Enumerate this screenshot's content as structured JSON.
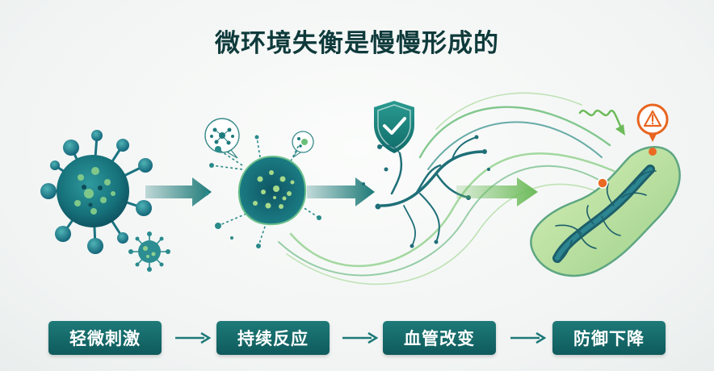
{
  "title": "微环境失衡是慢慢形成的",
  "stages": [
    {
      "label": "轻微刺激"
    },
    {
      "label": "持续反应"
    },
    {
      "label": "血管改变"
    },
    {
      "label": "防御下降"
    }
  ],
  "icons": {
    "virus_large": "virus-icon",
    "virus_small": "virus-small-icon",
    "inflamed_cell": "inflamed-cell-icon",
    "signal_bubble_1": "signal-bubble-icon",
    "signal_bubble_2": "signal-bubble-icon",
    "shield_check": "shield-check-icon",
    "blood_vessels": "vessel-network-icon",
    "flow_arrows": "flow-arrow-icon",
    "squiggle_arrow": "squiggle-arrow-icon",
    "tissue": "tissue-icon",
    "warning": "warning-icon"
  },
  "colors": {
    "title": "#0f3a3b",
    "teal_dark": "#0f5a5c",
    "teal": "#1d7a78",
    "green_light": "#8cc77a",
    "accent_orange": "#e8651f",
    "background": "#f1f4f3"
  }
}
